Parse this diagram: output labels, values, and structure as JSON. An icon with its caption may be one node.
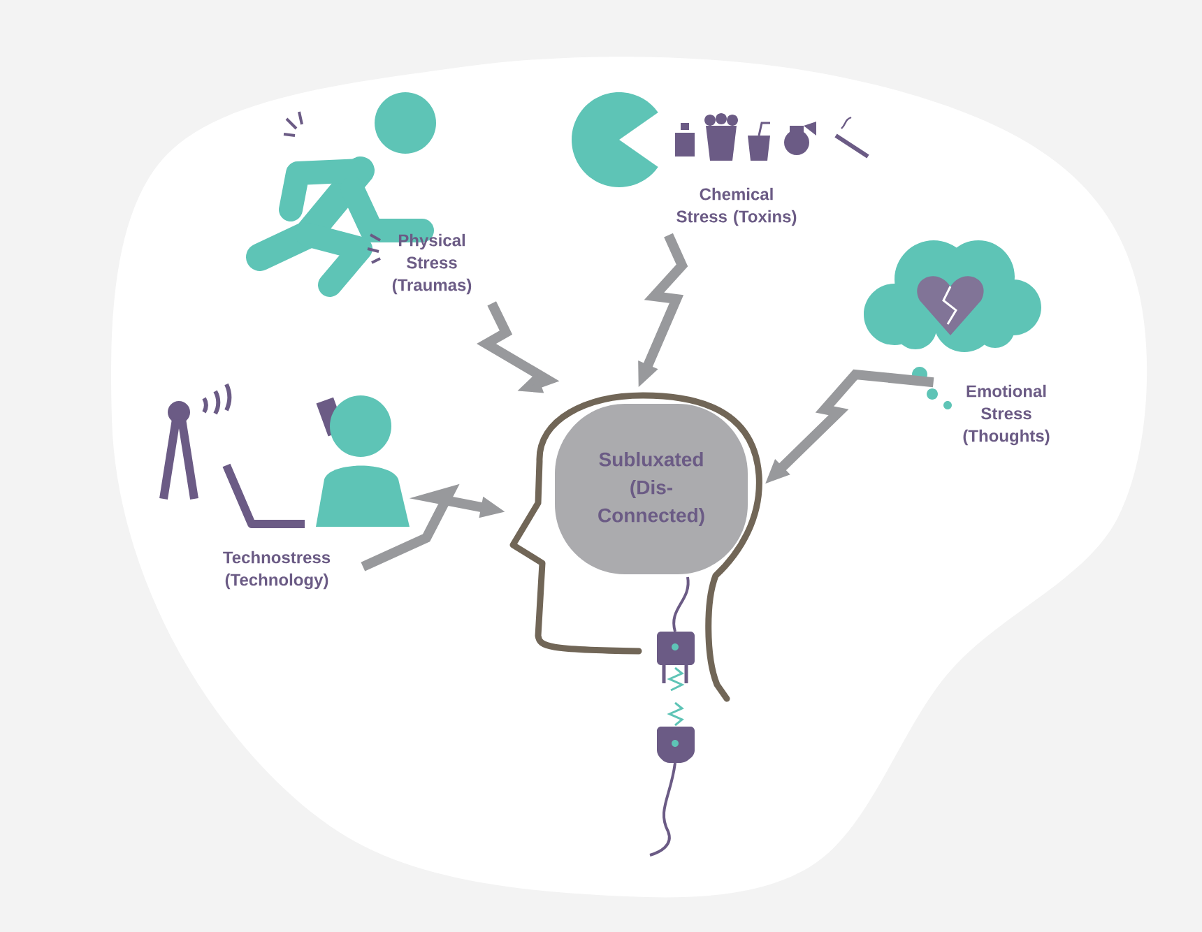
{
  "diagram": {
    "nodes": [
      {
        "text": [
          "Physical Stress (Traumas)"
        ]
      },
      {
        "text": [
          "Chemical Stress (Toxins)"
        ]
      },
      {
        "text": [
          "Emotional Stress (Thoughts)"
        ]
      },
      {
        "text": [
          "Technostress (Technology)"
        ]
      },
      {
        "text": [],
        "shape": "person"
      },
      {
        "text": [
          "Subluxated (Dis- Connected)"
        ],
        "in": 4
      }
    ],
    "edges": [
      {
        "from": 0,
        "to": 4,
        "arrow": "to"
      },
      {
        "from": 1,
        "to": 4,
        "arrow": "to"
      },
      {
        "from": 2,
        "to": 4,
        "arrow": "to"
      },
      {
        "from": 3,
        "to": 4,
        "arrow": "to"
      }
    ]
  }
}
